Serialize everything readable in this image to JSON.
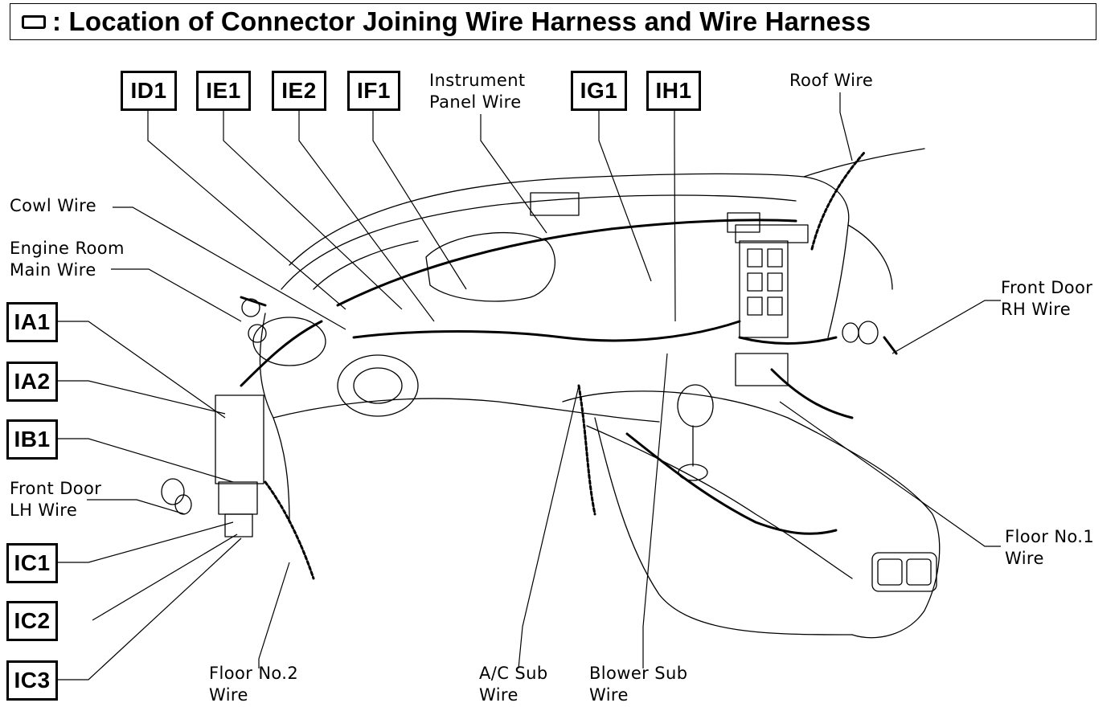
{
  "title": {
    "icon": "connector-box-icon",
    "text": ": Location of Connector Joining Wire Harness and Wire Harness"
  },
  "connector_codes": {
    "id1": "ID1",
    "ie1": "IE1",
    "ie2": "IE2",
    "if1": "IF1",
    "ig1": "IG1",
    "ih1": "IH1",
    "ia1": "IA1",
    "ia2": "IA2",
    "ib1": "IB1",
    "ic1": "IC1",
    "ic2": "IC2",
    "ic3": "IC3"
  },
  "wire_labels": {
    "instrument_panel_wire": "Instrument\nPanel Wire",
    "roof_wire": "Roof Wire",
    "cowl_wire": "Cowl Wire",
    "engine_room_main_wire": "Engine Room\nMain Wire",
    "front_door_rh_wire": "Front Door\nRH Wire",
    "front_door_lh_wire": "Front Door\nLH Wire",
    "floor_no1_wire": "Floor No.1\nWire",
    "floor_no2_wire": "Floor No.2\nWire",
    "ac_sub_wire": "A/C Sub\nWire",
    "blower_sub_wire": "Blower Sub\nWire"
  }
}
